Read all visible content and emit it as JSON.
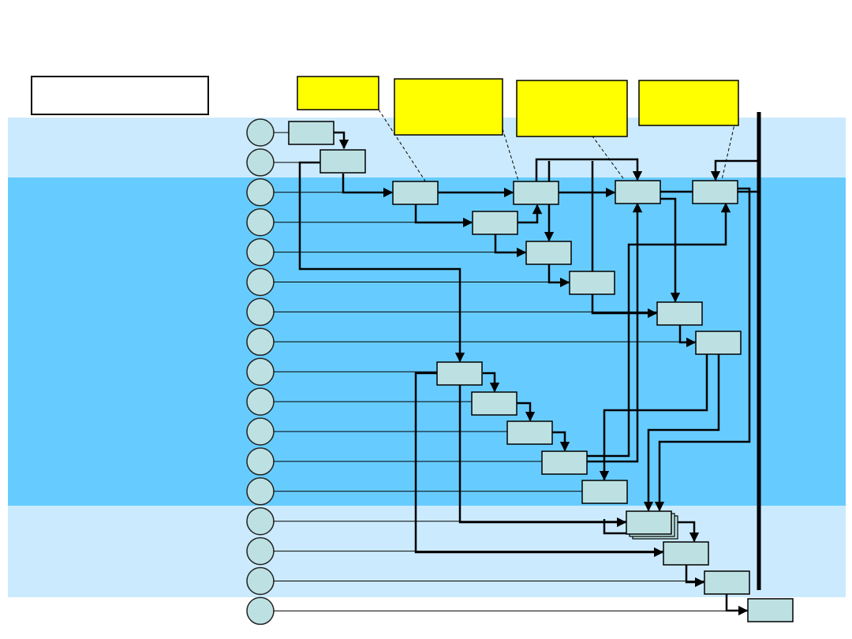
{
  "title": "",
  "colors": {
    "band_light": "#cbeafd",
    "band_dark": "#66ccff",
    "node_fill": "#bde1e3",
    "annotation_fill": "#ffff00",
    "line": "#000000"
  },
  "bands": [
    {
      "id": "band-top",
      "tone": "light"
    },
    {
      "id": "band-middle",
      "tone": "dark"
    },
    {
      "id": "band-bottom",
      "tone": "light"
    }
  ],
  "lanes": {
    "count": 17,
    "labels": [
      "",
      "",
      "",
      "",
      "",
      "",
      "",
      "",
      "",
      "",
      "",
      "",
      "",
      "",
      "",
      "",
      ""
    ]
  },
  "tasks": [
    {
      "id": "t1",
      "lane": 1,
      "label": ""
    },
    {
      "id": "t2",
      "lane": 2,
      "label": ""
    },
    {
      "id": "t3",
      "lane": 3,
      "label": ""
    },
    {
      "id": "t4",
      "lane": 4,
      "label": ""
    },
    {
      "id": "t5",
      "lane": 3,
      "label": ""
    },
    {
      "id": "t6",
      "lane": 5,
      "label": ""
    },
    {
      "id": "t7",
      "lane": 6,
      "label": ""
    },
    {
      "id": "t8",
      "lane": 3,
      "label": ""
    },
    {
      "id": "t9",
      "lane": 3,
      "label": ""
    },
    {
      "id": "t10",
      "lane": 7,
      "label": ""
    },
    {
      "id": "t11",
      "lane": 8,
      "label": ""
    },
    {
      "id": "t12",
      "lane": 9,
      "label": ""
    },
    {
      "id": "t13",
      "lane": 10,
      "label": ""
    },
    {
      "id": "t14",
      "lane": 11,
      "label": ""
    },
    {
      "id": "t15",
      "lane": 12,
      "label": ""
    },
    {
      "id": "t16",
      "lane": 13,
      "label": ""
    },
    {
      "id": "t17",
      "lane": 14,
      "label": "",
      "stacked": true
    },
    {
      "id": "t18",
      "lane": 15,
      "label": ""
    },
    {
      "id": "t19",
      "lane": 16,
      "label": ""
    },
    {
      "id": "t20",
      "lane": 17,
      "label": ""
    }
  ],
  "annotations": [
    {
      "id": "note-1",
      "label": "",
      "target": "t3"
    },
    {
      "id": "note-2",
      "label": "",
      "target": "t5"
    },
    {
      "id": "note-3",
      "label": "",
      "target": "t8"
    },
    {
      "id": "note-4",
      "label": "",
      "target": "t9"
    }
  ]
}
